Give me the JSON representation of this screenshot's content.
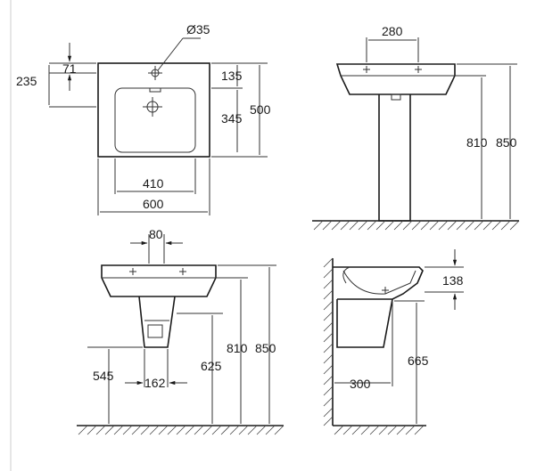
{
  "top_view": {
    "hole_diameter": "Ø35",
    "offset_71": "71",
    "offset_235": "235",
    "depth_135": "135",
    "depth_345": "345",
    "depth_500": "500",
    "inner_width_410": "410",
    "width_600": "600"
  },
  "front_pedestal_view": {
    "tap_spacing_280": "280",
    "height_810": "810",
    "height_850": "850"
  },
  "semi_pedestal_front": {
    "tap_spacing_80": "80",
    "height_545": "545",
    "trap_width_162": "162",
    "height_625": "625",
    "height_810": "810",
    "height_850": "850"
  },
  "side_section": {
    "rim_138": "138",
    "depth_300": "300",
    "height_665": "665"
  },
  "colors": {
    "line": "#1a1a1a",
    "background": "#ffffff",
    "panel_edge": "#e6e6e6"
  }
}
